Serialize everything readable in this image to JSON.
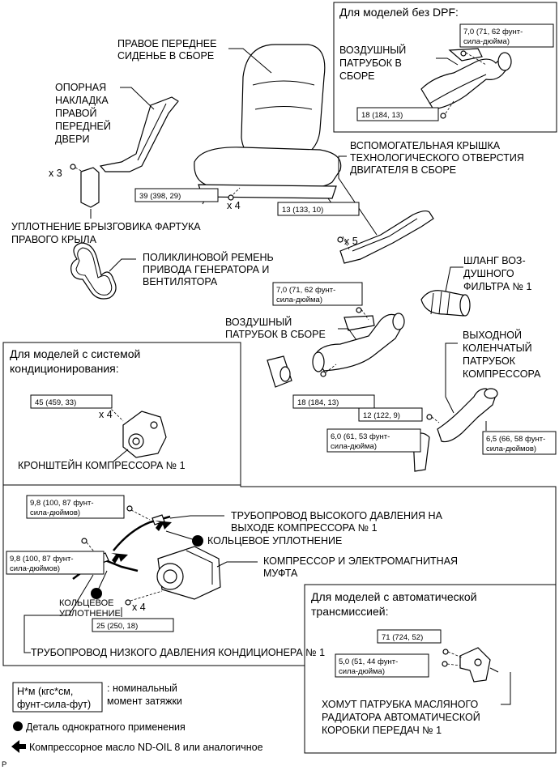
{
  "boxes": {
    "no_dpf_title": "Для моделей без DPF:",
    "ac_title_1": "Для моделей с системой",
    "ac_title_2": "кондиционирования:",
    "at_title_1": "Для моделей с автоматической",
    "at_title_2": "трансмиссией:"
  },
  "labels": {
    "seat_1": "ПРАВОЕ ПЕРЕДНЕЕ",
    "seat_2": "СИДЕНЬЕ В СБОРЕ",
    "scuff_1": "ОПОРНАЯ",
    "scuff_2": "НАКЛАДКА",
    "scuff_3": "ПРАВОЙ",
    "scuff_4": "ПЕРЕДНЕЙ",
    "scuff_5": "ДВЕРИ",
    "air_duct_dpf_1": "ВОЗДУШНЫЙ",
    "air_duct_dpf_2": "ПАТРУБОК В",
    "air_duct_dpf_3": "СБОРЕ",
    "service_cover_1": "ВСПОМОГАТЕЛЬНАЯ КРЫШКА",
    "service_cover_2": "ТЕХНОЛОГИЧЕСКОГО ОТВЕРСТИЯ",
    "service_cover_3": "ДВИГАТЕЛЯ В СБОРЕ",
    "fender_seal_1": "УПЛОТНЕНИЕ БРЫЗГОВИКА ФАРТУКА",
    "fender_seal_2": "ПРАВОГО КРЫЛА",
    "belt_1": "ПОЛИКЛИНОВОЙ РЕМЕНЬ",
    "belt_2": "ПРИВОДА ГЕНЕРАТОРА И",
    "belt_3": "ВЕНТИЛЯТОРА",
    "hose_1": "ШЛАНГ ВОЗ-",
    "hose_2": "ДУШНОГО",
    "hose_3": "ФИЛЬТРА № 1",
    "air_duct_1": "ВОЗДУШНЫЙ",
    "air_duct_2": "ПАТРУБОК В СБОРЕ",
    "elbow_1": "ВЫХОДНОЙ",
    "elbow_2": "КОЛЕНЧАТЫЙ",
    "elbow_3": "ПАТРУБОК",
    "elbow_4": "КОМПРЕССОРА",
    "bracket": "КРОНШТЕЙН КОМПРЕССОРА № 1",
    "hp_pipe_1": "ТРУБОПРОВОД ВЫСОКОГО ДАВЛЕНИЯ НА",
    "hp_pipe_2": "ВЫХОДЕ КОМПРЕССОРА № 1",
    "oring_1": "КОЛЬЦЕВОЕ УПЛОТНЕНИЕ",
    "compressor_1": "КОМПРЕССОР И ЭЛЕКТРОМАГНИТНАЯ",
    "compressor_2": "МУФТА",
    "oring_2a": "КОЛЬЦЕВОЕ",
    "oring_2b": "УПЛОТНЕНИЕ",
    "lp_pipe": "ТРУБОПРОВОД НИЗКОГО ДАВЛЕНИЯ КОНДИЦИОНЕРА № 1",
    "clamp_1": "ХОМУТ ПАТРУБКА МАСЛЯНОГО",
    "clamp_2": "РАДИАТОРА АВТОМАТИЧЕСКОЙ",
    "clamp_3": "КОРОБКИ ПЕРЕДАЧ № 1"
  },
  "torques": {
    "t_dpf_top_1": "7,0 (71, 62 фунт-",
    "t_dpf_top_2": "сила-дюйма)",
    "t_dpf_bot": "18 (184, 13)",
    "t_seat": "39 (398, 29)",
    "t_cover": "13 (133, 10)",
    "t_duct_top_1": "7,0 (71, 62 фунт-",
    "t_duct_top_2": "сила-дюйма)",
    "t_duct_bot": "18 (184, 13)",
    "t_bracket": "45 (459, 33)",
    "t_elbow_mid": "12 (122, 9)",
    "t_elbow_left_1": "6,0 (61, 53 фунт-",
    "t_elbow_left_2": "сила-дюйма)",
    "t_elbow_right_1": "6,5 (66, 58 фунт-",
    "t_elbow_right_2": "сила-дюймов)",
    "t_hp_1": "9,8 (100, 87 фунт-",
    "t_hp_2": "сила-дюймов)",
    "t_lp_1": "9,8 (100, 87 фунт-",
    "t_lp_2": "сила-дюймов)",
    "t_comp": "25 (250, 18)",
    "t_clamp_top": "71 (724, 52)",
    "t_clamp_bot_1": "5,0 (51, 44 фунт-",
    "t_clamp_bot_2": "сила-дюйма)"
  },
  "qty": {
    "q_scuff": "x 3",
    "q_seat": "x 4",
    "q_cover": "x 5",
    "q_bracket": "x 4",
    "q_comp": "x 4"
  },
  "legend": {
    "unit_1": "Н*м (кгс*см,",
    "unit_2": "фунт-сила-фут)",
    "unit_desc_1": ": номинальный",
    "unit_desc_2": "момент затяжки",
    "single_use": "Деталь однократного применения",
    "oil": "Компрессорное масло ND-OIL 8 или аналогичное"
  },
  "corner_mark": "P"
}
